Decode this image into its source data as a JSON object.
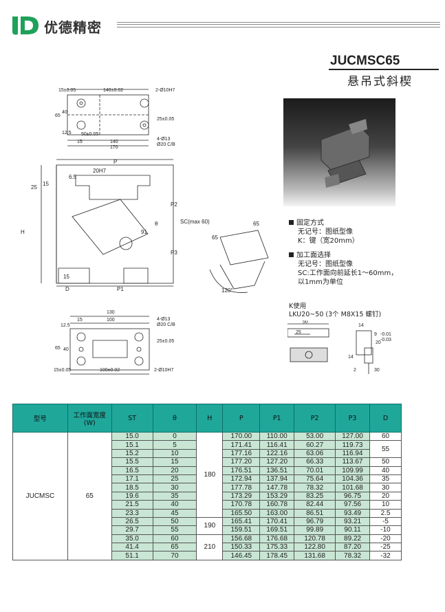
{
  "brand": {
    "logo_letters": "JD",
    "name": "优德精密"
  },
  "product": {
    "model": "JUCMSC65",
    "subtitle": "悬吊式斜楔"
  },
  "notes": {
    "fixing_title": "固定方式",
    "fixing_lines": [
      "无记号：图纸型像",
      "K：键（宽20mm）"
    ],
    "machining_title": "加工面选择",
    "machining_lines": [
      "无记号：图纸型像",
      "SC:工作面向前延长1～60mm，",
      "以1mm为单位"
    ]
  },
  "k_use": {
    "title": "K使用",
    "detail": "LKU20~50 (3个 M8X15 螺钉)"
  },
  "drawing_labels": {
    "top": [
      "15±0.05",
      "140±0.02",
      "2-Ø10H7",
      "65",
      "40",
      "12.5",
      "50±0.05",
      "15",
      "140",
      "170",
      "25±0.05",
      "4-Ø13",
      "Ø20 C/B"
    ],
    "side": [
      "P",
      "20H7",
      "6.5",
      "15",
      "25",
      "H",
      "P2",
      "P3",
      "SC(max 60)",
      "θ",
      "91",
      "15",
      "D",
      "P1"
    ],
    "detail": [
      "65",
      "65",
      "120°"
    ],
    "bottom": [
      "130",
      "100",
      "15",
      "4-Ø13",
      "Ø20 C/B",
      "12.5",
      "65",
      "40",
      "25±0.05",
      "15±0.05",
      "100±0.02",
      "2-Ø10H7"
    ],
    "key": [
      "50",
      "25",
      "14",
      "9",
      "20",
      "-0.01",
      "-0.03",
      "14",
      "2",
      "30"
    ]
  },
  "table": {
    "headers": [
      "型号",
      "工作面宽度(W)",
      "ST",
      "θ",
      "H",
      "P",
      "P1",
      "P2",
      "P3",
      "D"
    ],
    "model": "JUCMSC",
    "width": "65",
    "rows": [
      {
        "st": "15.0",
        "theta": "0",
        "p": "170.00",
        "p1": "110.00",
        "p2": "53.00",
        "p3": "127.00"
      },
      {
        "st": "15.1",
        "theta": "5",
        "p": "171.41",
        "p1": "116.41",
        "p2": "60.27",
        "p3": "119.73"
      },
      {
        "st": "15.2",
        "theta": "10",
        "p": "177.16",
        "p1": "122.16",
        "p2": "63.06",
        "p3": "116.94"
      },
      {
        "st": "15.5",
        "theta": "15",
        "p": "177.20",
        "p1": "127.20",
        "p2": "66.33",
        "p3": "113.67"
      },
      {
        "st": "16.5",
        "theta": "20",
        "p": "176.51",
        "p1": "136.51",
        "p2": "70.01",
        "p3": "109.99"
      },
      {
        "st": "17.1",
        "theta": "25",
        "p": "172.94",
        "p1": "137.94",
        "p2": "75.64",
        "p3": "104.36"
      },
      {
        "st": "18.5",
        "theta": "30",
        "p": "177.78",
        "p1": "147.78",
        "p2": "78.32",
        "p3": "101.68"
      },
      {
        "st": "19.6",
        "theta": "35",
        "p": "173.29",
        "p1": "153.29",
        "p2": "83.25",
        "p3": "96.75"
      },
      {
        "st": "21.5",
        "theta": "40",
        "p": "170.78",
        "p1": "160.78",
        "p2": "82.44",
        "p3": "97.56"
      },
      {
        "st": "23.3",
        "theta": "45",
        "p": "165.50",
        "p1": "163.00",
        "p2": "86.51",
        "p3": "93.49"
      },
      {
        "st": "26.5",
        "theta": "50",
        "p": "165.41",
        "p1": "170.41",
        "p2": "96.79",
        "p3": "93.21"
      },
      {
        "st": "29.7",
        "theta": "55",
        "p": "159.51",
        "p1": "169.51",
        "p2": "99.89",
        "p3": "90.11"
      },
      {
        "st": "35.0",
        "theta": "60",
        "p": "156.68",
        "p1": "176.68",
        "p2": "120.78",
        "p3": "89.22"
      },
      {
        "st": "41.4",
        "theta": "65",
        "p": "150.33",
        "p1": "175.33",
        "p2": "122.80",
        "p3": "87.20"
      },
      {
        "st": "51.1",
        "theta": "70",
        "p": "146.45",
        "p1": "178.45",
        "p2": "131.68",
        "p3": "78.32"
      }
    ],
    "h_groups": [
      {
        "value": "180",
        "rows": 10
      },
      {
        "value": "190",
        "rows": 2
      },
      {
        "value": "210",
        "rows": 3
      }
    ],
    "d_groups": [
      {
        "value": "60",
        "rows": 1
      },
      {
        "value": "55",
        "rows": 2
      },
      {
        "value": "50",
        "rows": 1
      },
      {
        "value": "40",
        "rows": 1
      },
      {
        "value": "35",
        "rows": 1
      },
      {
        "value": "30",
        "rows": 1
      },
      {
        "value": "20",
        "rows": 1
      },
      {
        "value": "10",
        "rows": 1
      },
      {
        "value": "2.5",
        "rows": 1
      },
      {
        "value": "-5",
        "rows": 1
      },
      {
        "value": "-10",
        "rows": 1
      },
      {
        "value": "-20",
        "rows": 1
      },
      {
        "value": "-25",
        "rows": 1
      },
      {
        "value": "-32",
        "rows": 1
      }
    ]
  }
}
